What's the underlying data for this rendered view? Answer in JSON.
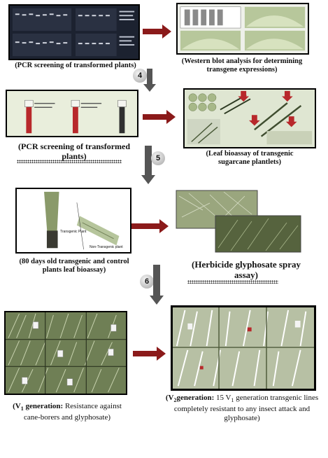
{
  "colors": {
    "arrow_red": "#8b1a1a",
    "arrow_grey": "#555555",
    "gel_dark": "#1c2230",
    "leaf_green": "#8a9a6a",
    "field_green": "#6f7f55"
  },
  "steps": {
    "step4": "4",
    "step5": "5",
    "step6": "6"
  },
  "row1": {
    "left_caption": "(PCR screening of transformed plants)",
    "right_caption_line1": "(Western blot analysis for determining",
    "right_caption_line2": "transgene expressions)"
  },
  "row2": {
    "left_caption_line1": "(PCR screening of transformed",
    "left_caption_line2": "plants)",
    "right_caption_line1": "(Leaf bioassay of transgenic",
    "right_caption_line2": "sugarcane plantlets)"
  },
  "row3": {
    "panel_label_transgenic": "Transgenic Plant",
    "panel_label_nontransgenic": "Non-Transgenic plant",
    "left_caption_line1": "(80 days old transgenic and control",
    "left_caption_line2": "plants leaf bioassay)",
    "right_caption_line1": "(Herbicide glyphosate spray",
    "right_caption_line2": "assay)"
  },
  "row4": {
    "left_bold": "(V",
    "left_sub": "1",
    "left_bold2": " generation:",
    "left_rest": " Resistance against",
    "left_line2": "cane-borers and glyphosate)",
    "right_bold": "(V",
    "right_sub": "2",
    "right_bold2": "generation:",
    "right_rest": " 15 V",
    "right_sub2": "1",
    "right_rest2": " generation transgenic lines",
    "right_line2": "completely resistant to any insect attack and",
    "right_line3": "glyphosate)"
  }
}
